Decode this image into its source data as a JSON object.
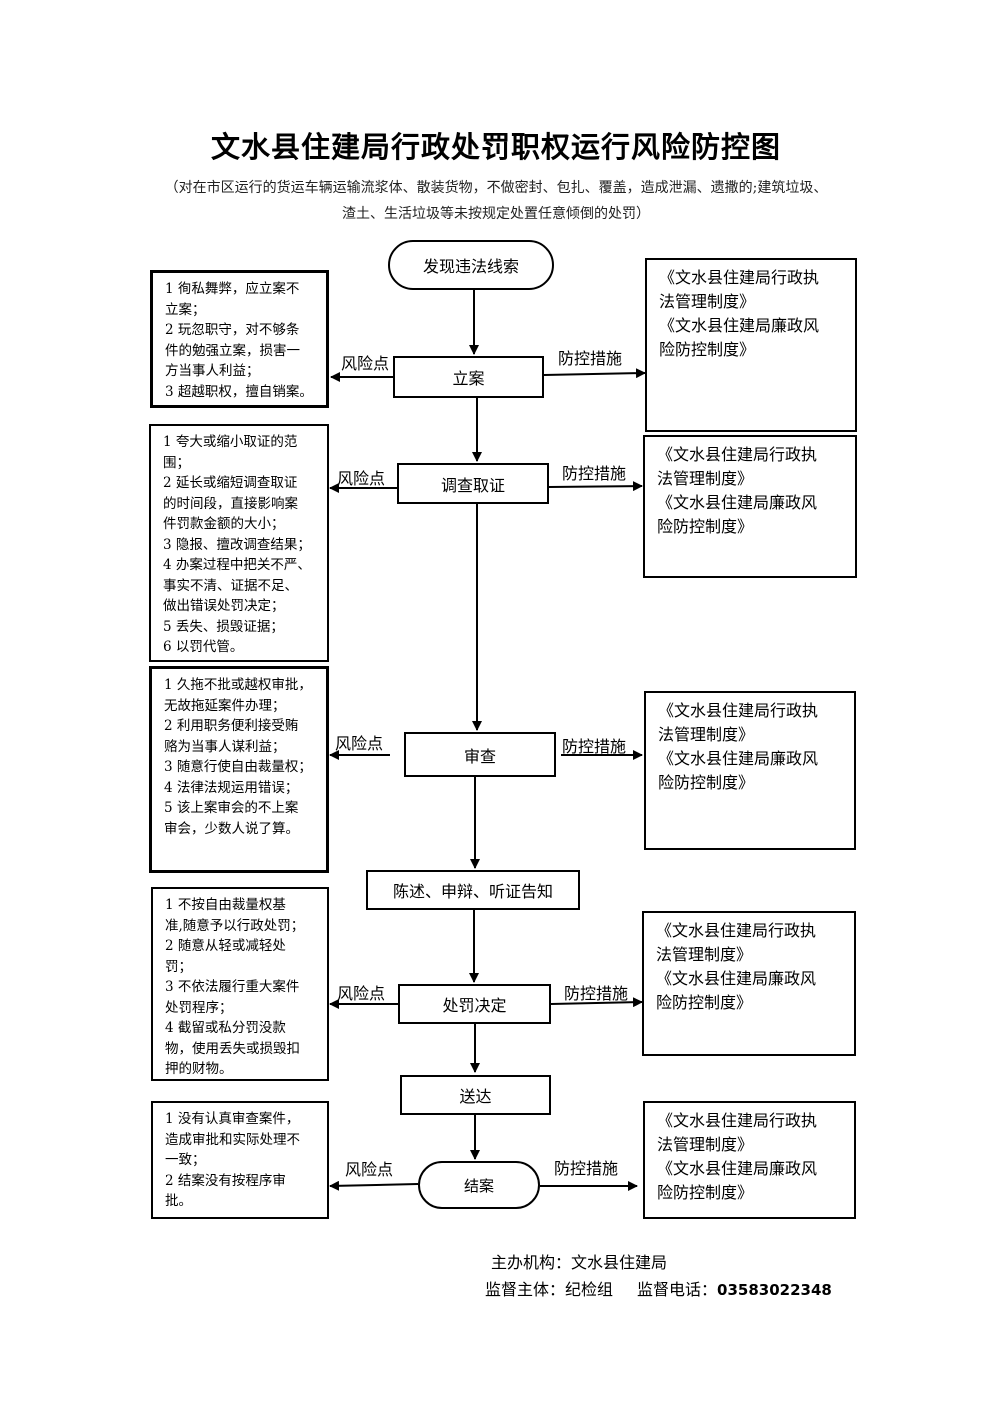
{
  "title": "文水县住建局行政处罚职权运行风险防控图",
  "subtitle": [
    "（对在市区运行的货运车辆运输流浆体、散装货物，不做密封、包扎、覆盖，造成泄漏、遗撒的;建筑垃圾、",
    "渣土、生活垃圾等未按规定处置任意倾倒的处罚）"
  ],
  "start": "发现违法线索",
  "risk_label": "风险点",
  "measure_label": "防控措施",
  "steps": [
    {
      "label": "立案",
      "risks": [
        "1 徇私舞弊，应立案不",
        "立案；",
        "2 玩忽职守，对不够条",
        "件的勉强立案，损害一",
        "方当事人利益；",
        "3 超越职权，擅自销案。"
      ],
      "measures": [
        "《文水县住建局行政执",
        "法管理制度》",
        "《文水县住建局廉政风",
        "险防控制度》"
      ]
    },
    {
      "label": "调查取证",
      "risks": [
        "1 夸大或缩小取证的范",
        "围；",
        "2 延长或缩短调查取证",
        "的时间段，直接影响案",
        "件罚款金额的大小；",
        "3 隐报、擅改调查结果；",
        "4 办案过程中把关不严、",
        "事实不清、证据不足、",
        "做出错误处罚决定；",
        "5 丢失、损毁证据；",
        "6 以罚代管。"
      ],
      "measures": [
        "《文水县住建局行政执",
        "法管理制度》",
        "《文水县住建局廉政风",
        "险防控制度》"
      ]
    },
    {
      "label": "审查",
      "risks": [
        "1 久拖不批或越权审批，",
        "无故拖延案件办理；",
        "2 利用职务便利接受贿",
        "赂为当事人谋利益；",
        "3 随意行使自由裁量权；",
        "4 法律法规运用错误；",
        "5 该上案审会的不上案",
        "审会，少数人说了算。"
      ],
      "measures": [
        "《文水县住建局行政执",
        "法管理制度》",
        "《文水县住建局廉政风",
        "险防控制度》"
      ]
    },
    {
      "label": "陈述、申辩、听证告知"
    },
    {
      "label": "处罚决定",
      "risks": [
        "1 不按自由裁量权基",
        "准,随意予以行政处罚；",
        "2 随意从轻或减轻处",
        "罚；",
        "3 不依法履行重大案件",
        "处罚程序；",
        "4 截留或私分罚没款",
        "物，使用丢失或损毁扣",
        "押的财物。"
      ],
      "measures": [
        "《文水县住建局行政执",
        "法管理制度》",
        "《文水县住建局廉政风",
        "险防控制度》"
      ]
    },
    {
      "label": "送达"
    },
    {
      "label": "结案",
      "risks": [
        "1 没有认真审查案件，",
        "造成审批和实际处理不",
        "一致；",
        "2 结案没有按程序审",
        "批。"
      ],
      "measures": [
        "《文水县住建局行政执",
        "法管理制度》",
        "《文水县住建局廉政风",
        "险防控制度》"
      ]
    }
  ],
  "footer": {
    "organizer": "主办机构：文水县住建局",
    "supervisor": "监督主体：纪检组",
    "phone_label": "监督电话：",
    "phone": "03583022348"
  }
}
